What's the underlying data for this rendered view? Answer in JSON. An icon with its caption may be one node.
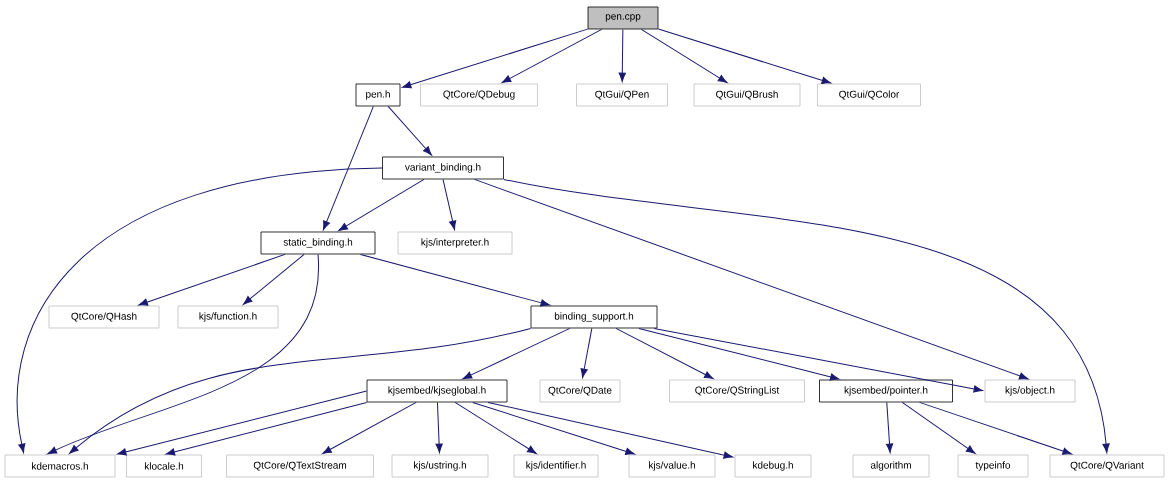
{
  "diagram": {
    "nodes": [
      {
        "text": [
          "pen.cpp"
        ]
      },
      {
        "text": [
          "pen.h"
        ]
      },
      {
        "text": [
          "QtCore/QDebug"
        ]
      },
      {
        "text": [
          "QtGui/QPen"
        ]
      },
      {
        "text": [
          "QtGui/QBrush"
        ]
      },
      {
        "text": [
          "QtGui/QColor"
        ]
      },
      {
        "text": [
          "variant_binding.h"
        ]
      },
      {
        "text": [
          "static_binding.h"
        ]
      },
      {
        "text": [
          "kjs/interpreter.h"
        ]
      },
      {
        "text": [
          "QtCore/QHash"
        ]
      },
      {
        "text": [
          "kjs/function.h"
        ]
      },
      {
        "text": [
          "binding_support.h"
        ]
      },
      {
        "text": [
          "kjsembed/kjseglobal.h"
        ]
      },
      {
        "text": [
          "QtCore/QDate"
        ]
      },
      {
        "text": [
          "QtCore/QStringList"
        ]
      },
      {
        "text": [
          "kjsembed/pointer.h"
        ]
      },
      {
        "text": [
          "kjs/object.h"
        ]
      },
      {
        "text": [
          "kdemacros.h"
        ]
      },
      {
        "text": [
          "klocale.h"
        ]
      },
      {
        "text": [
          "QtCore/QTextStream"
        ]
      },
      {
        "text": [
          "kjs/ustring.h"
        ]
      },
      {
        "text": [
          "kjs/identifier.h"
        ]
      },
      {
        "text": [
          "kjs/value.h"
        ]
      },
      {
        "text": [
          "kdebug.h"
        ]
      },
      {
        "text": [
          "algorithm"
        ]
      },
      {
        "text": [
          "typeinfo"
        ]
      },
      {
        "text": [
          "QtCore/QVariant"
        ]
      }
    ],
    "edges": [
      {
        "from": 0,
        "to": 1,
        "arrow": "to"
      },
      {
        "from": 0,
        "to": 2,
        "arrow": "to"
      },
      {
        "from": 0,
        "to": 3,
        "arrow": "to"
      },
      {
        "from": 0,
        "to": 4,
        "arrow": "to"
      },
      {
        "from": 0,
        "to": 5,
        "arrow": "to"
      },
      {
        "from": 1,
        "to": 6,
        "arrow": "to"
      },
      {
        "from": 1,
        "to": 7,
        "arrow": "to"
      },
      {
        "from": 6,
        "to": 17,
        "arrow": "to"
      },
      {
        "from": 6,
        "to": 7,
        "arrow": "to"
      },
      {
        "from": 6,
        "to": 8,
        "arrow": "to"
      },
      {
        "from": 6,
        "to": 16,
        "arrow": "to"
      },
      {
        "from": 6,
        "to": 26,
        "arrow": "to"
      },
      {
        "from": 7,
        "to": 9,
        "arrow": "to"
      },
      {
        "from": 7,
        "to": 10,
        "arrow": "to"
      },
      {
        "from": 7,
        "to": 11,
        "arrow": "to"
      },
      {
        "from": 7,
        "to": 17,
        "arrow": "to"
      },
      {
        "from": 11,
        "to": 17,
        "arrow": "to"
      },
      {
        "from": 11,
        "to": 12,
        "arrow": "to"
      },
      {
        "from": 11,
        "to": 13,
        "arrow": "to"
      },
      {
        "from": 11,
        "to": 14,
        "arrow": "to"
      },
      {
        "from": 11,
        "to": 15,
        "arrow": "to"
      },
      {
        "from": 11,
        "to": 16,
        "arrow": "to"
      },
      {
        "from": 12,
        "to": 17,
        "arrow": "to"
      },
      {
        "from": 12,
        "to": 18,
        "arrow": "to"
      },
      {
        "from": 12,
        "to": 19,
        "arrow": "to"
      },
      {
        "from": 12,
        "to": 20,
        "arrow": "to"
      },
      {
        "from": 12,
        "to": 21,
        "arrow": "to"
      },
      {
        "from": 12,
        "to": 22,
        "arrow": "to"
      },
      {
        "from": 12,
        "to": 23,
        "arrow": "to"
      },
      {
        "from": 15,
        "to": 24,
        "arrow": "to"
      },
      {
        "from": 15,
        "to": 25,
        "arrow": "to"
      },
      {
        "from": 15,
        "to": 26,
        "arrow": "to"
      }
    ]
  }
}
